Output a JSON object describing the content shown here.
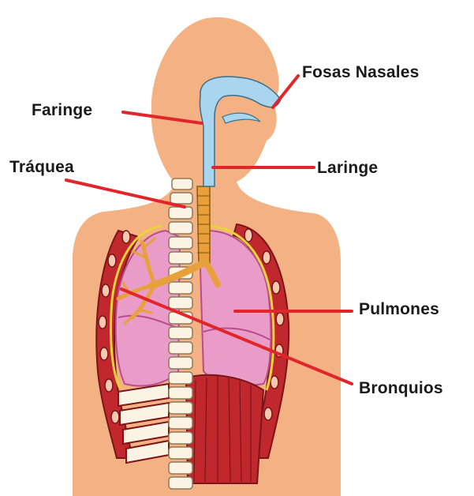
{
  "labels": {
    "fosas_nasales": "Fosas Nasales",
    "faringe": "Faringe",
    "traquea": "Tráquea",
    "laringe": "Laringe",
    "pulmones": "Pulmones",
    "bronquios": "Bronquios"
  },
  "colors": {
    "skin": "#f4b183",
    "airway": "#a9d6ee",
    "trachea": "#e8a13a",
    "lung": "#e99cc8",
    "rib_muscle": "#c0282d",
    "bone": "#fbf4e4",
    "leader_line": "#e0262b"
  }
}
